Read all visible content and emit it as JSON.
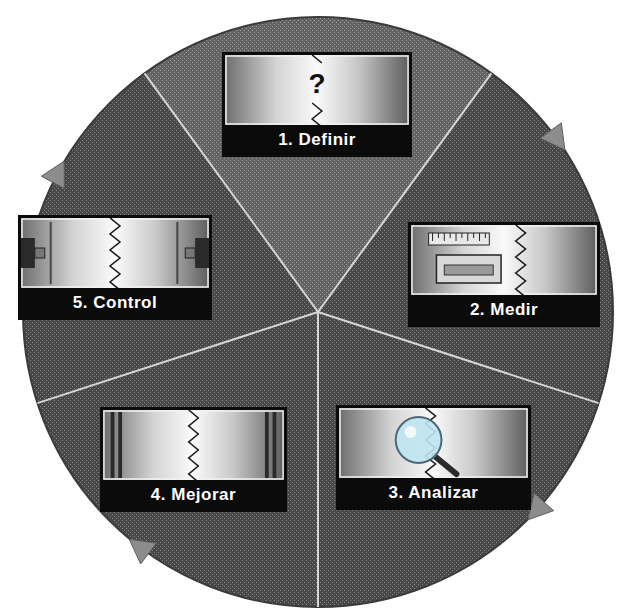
{
  "diagram": {
    "nodes": [
      {
        "text": [
          "?",
          "1. Definir"
        ]
      },
      {
        "text": [
          "2. Medir"
        ]
      },
      {
        "text": [
          "3. Analizar"
        ]
      },
      {
        "text": [
          "4. Mejorar"
        ]
      },
      {
        "text": [
          "5. Control"
        ]
      }
    ]
  }
}
